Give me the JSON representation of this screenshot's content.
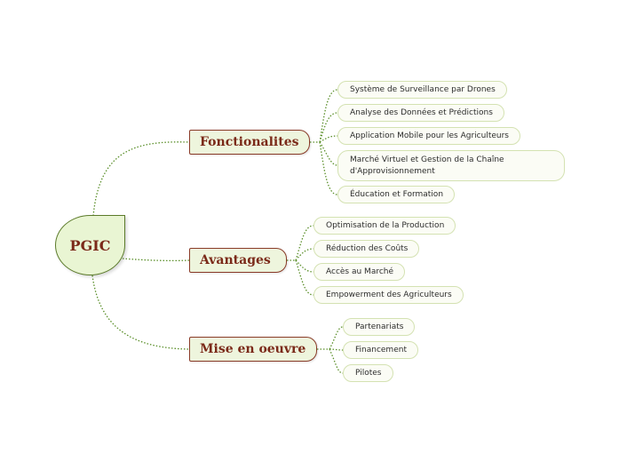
{
  "root": {
    "label": "PGIC"
  },
  "branches": [
    {
      "label": "Fonctionalites",
      "children": [
        "Système de Surveillance par Drones",
        "Analyse des Données et Prédictions",
        "Application Mobile pour les Agriculteurs",
        "Marché Virtuel et Gestion de la Chaîne d'Approvisionnement",
        "Éducation et Formation"
      ]
    },
    {
      "label": "Avantages",
      "children": [
        "Optimisation de la Production",
        "Réduction des Coûts",
        "Accès au Marché",
        "Empowerment des Agriculteurs"
      ]
    },
    {
      "label": "Mise en oeuvre",
      "children": [
        "Partenariats",
        "Financement",
        "Pilotes"
      ]
    }
  ],
  "colors": {
    "connector": "#5b8f2a",
    "branch_text": "#7b2a19",
    "branch_fill": "#eef5dd",
    "leaf_border": "#d4e2b2"
  }
}
